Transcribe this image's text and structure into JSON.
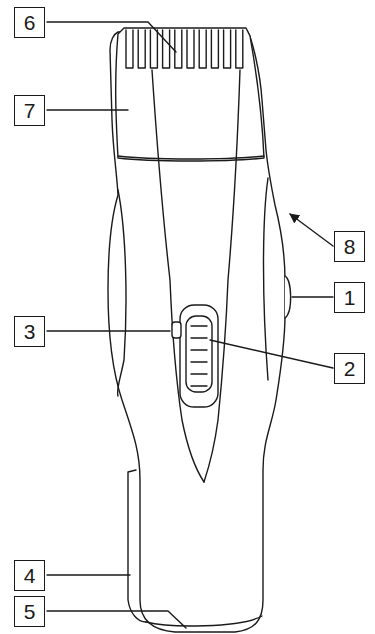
{
  "diagram": {
    "labels": [
      "6",
      "7",
      "8",
      "1",
      "3",
      "2",
      "4",
      "5"
    ]
  }
}
